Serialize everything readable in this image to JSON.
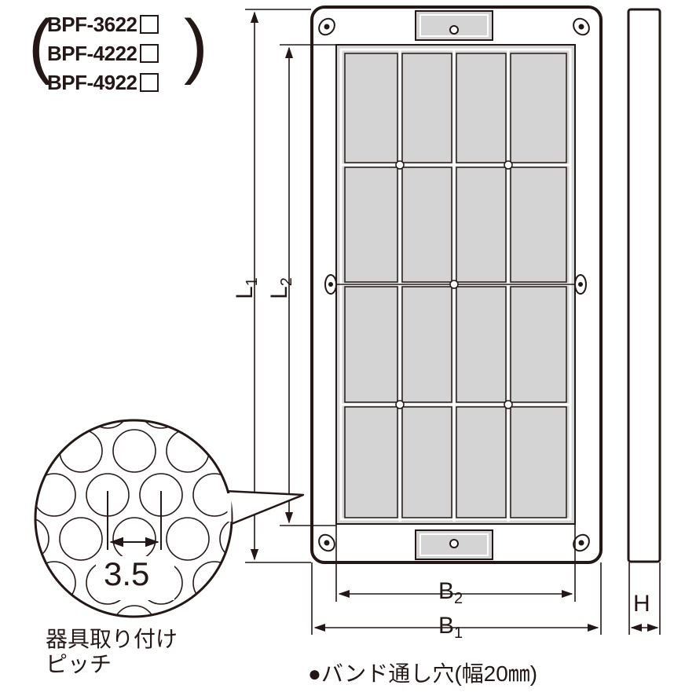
{
  "models": [
    "BPF-3622",
    "BPF-4222",
    "BPF-4922"
  ],
  "dimensions": {
    "l1_base": "L",
    "l1_sub": "1",
    "l2_base": "L",
    "l2_sub": "2",
    "b1_base": "B",
    "b1_sub": "1",
    "b2_base": "B",
    "b2_sub": "2",
    "h": "H"
  },
  "detail": {
    "pitch_value": "3.5"
  },
  "captions": {
    "fixture_pitch_line1": "器具取り付け",
    "fixture_pitch_line2": "ピッチ",
    "band_hole": "●バンド通し穴(幅20㎜)"
  },
  "colors": {
    "line": "#231815",
    "panel": "#d3d3d3",
    "frame": "#ffffff"
  }
}
